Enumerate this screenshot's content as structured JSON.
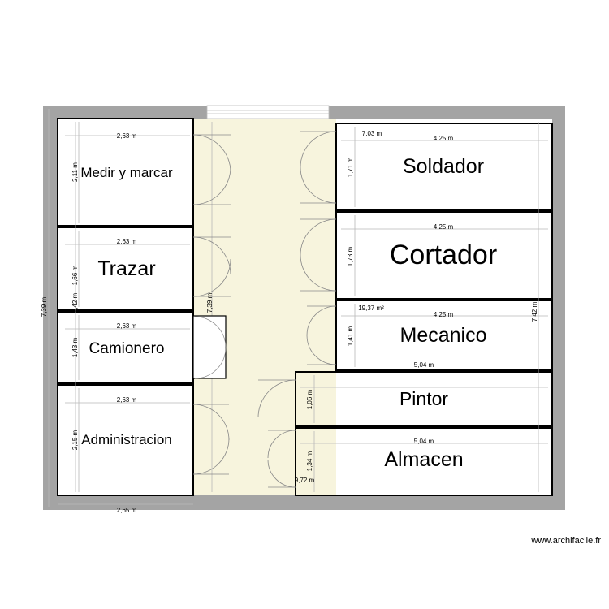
{
  "colors": {
    "wall": "#a4a4a4",
    "corridor": "#f7f4dd",
    "room": "#ffffff",
    "room_border": "#000000",
    "dim_line": "#b8b8b8",
    "door": "#888888"
  },
  "rooms": {
    "medir": {
      "name": "Medir y marcar",
      "width": "2,63 m",
      "height": "2,11 m"
    },
    "trazar": {
      "name": "Trazar",
      "width": "2,63 m",
      "height": "1,66 m"
    },
    "camionero": {
      "name": "Camionero",
      "width": "2,63 m",
      "height": "1,43 m"
    },
    "administracion": {
      "name": "Administracion",
      "width": "2,63 m",
      "height": "2,15 m"
    },
    "soldador": {
      "name": "Soldador",
      "width": "4,25 m",
      "height": "1,71 m"
    },
    "cortador": {
      "name": "Cortador",
      "width": "4,25 m",
      "height": "1,73 m"
    },
    "mecanico": {
      "name": "Mecanico",
      "width": "4,25 m",
      "height": "1,41 m"
    },
    "pintor": {
      "name": "Pintor",
      "width": "5,04 m",
      "height": "1,06 m"
    },
    "almacen": {
      "name": "Almacen",
      "width": "5,04 m",
      "height": "1,34 m"
    }
  },
  "corridor": {
    "length": "7,39 m",
    "top_width": "7,03 m",
    "area": "19,37 m²",
    "bottom_width": "9,72 m"
  },
  "overall": {
    "left_height": "7,39 m",
    "inner_left_height": "7,42 m",
    "right_height": "7,42 m",
    "bottom_width": "2,65 m"
  },
  "watermark": "www.archifacile.fr"
}
